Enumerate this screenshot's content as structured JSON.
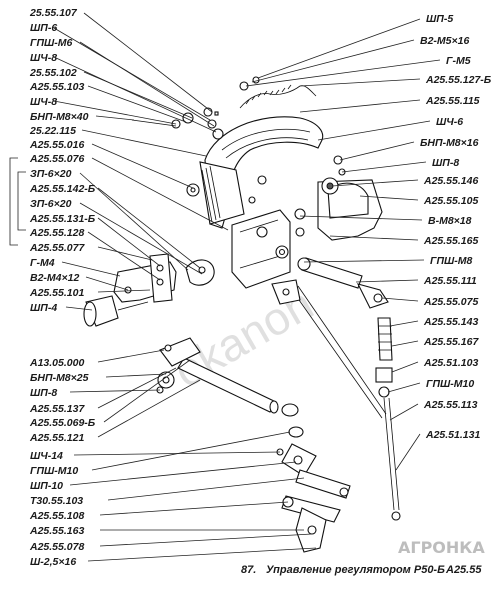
{
  "figure": {
    "number": "87.",
    "caption": "Управление регулятором Р50-Б",
    "code": "А25.55"
  },
  "watermark": "okanoh",
  "logo": "АГРОНКА",
  "left_labels": [
    "25.55.107",
    "ШП-6",
    "ГПШ-М6",
    "ШЧ-8",
    "25.55.102",
    "А25.55.103",
    "ШЧ-8",
    "БНП-М8×40",
    "25.22.115",
    "А25.55.016",
    "А25.55.076",
    "ЗП-6×20",
    "А25.55.142-Б",
    "ЗП-6×20",
    "А25.55.131-Б",
    "А25.55.128",
    "А25.55.077",
    "Г-М4",
    "В2-М4×12",
    "А25.55.101",
    "ШП-4",
    "А13.05.000",
    "БНП-М8×25",
    "ШП-8",
    "А25.55.137",
    "А25.55.069-Б",
    "А25.55.121",
    "ШЧ-14",
    "ГПШ-М10",
    "ШП-10",
    "Т30.55.103",
    "А25.55.108",
    "А25.55.163",
    "А25.55.078",
    "Ш-2,5×16"
  ],
  "right_labels": [
    "ШП-5",
    "В2-М5×16",
    "Г-М5",
    "А25.55.127-Б",
    "А25.55.115",
    "ШЧ-6",
    "БНП-М8×16",
    "ШП-8",
    "А25.55.146",
    "А25.55.105",
    "В-М8×18",
    "А25.55.165",
    "ГПШ-М8",
    "А25.55.111",
    "А25.55.075",
    "А25.55.143",
    "А25.55.167",
    "А25.51.103",
    "ГПШ-М10",
    "А25.55.113",
    "А25.51.131"
  ]
}
